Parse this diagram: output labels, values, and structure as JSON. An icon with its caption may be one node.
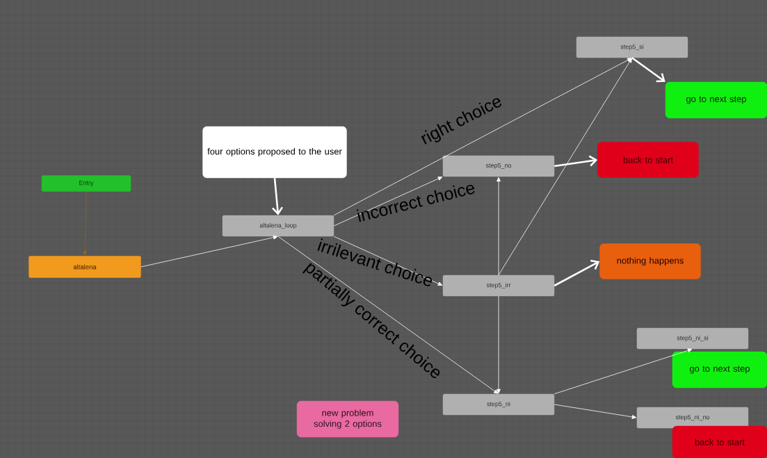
{
  "diagram": {
    "nodes": [
      {
        "text": [
          "Entry"
        ]
      },
      {
        "text": [
          "altalena"
        ]
      },
      {
        "text": [
          "four options proposed to the user"
        ]
      },
      {
        "text": [
          "altalena_loop"
        ]
      },
      {
        "text": [
          "step5_si"
        ]
      },
      {
        "text": [
          "go to next step"
        ]
      },
      {
        "text": [
          "step5_no"
        ]
      },
      {
        "text": [
          "back to start"
        ]
      },
      {
        "text": [
          "step5_irr"
        ]
      },
      {
        "text": [
          "nothing happens"
        ]
      },
      {
        "text": [
          "step5_ni_si"
        ]
      },
      {
        "text": [
          "go to next step"
        ]
      },
      {
        "text": [
          "step5_ni"
        ]
      },
      {
        "text": [
          "step5_ni_no"
        ]
      },
      {
        "text": [
          "back to start"
        ]
      },
      {
        "text": [
          "new problem solving 2 options"
        ]
      }
    ],
    "edges": [
      {
        "from": 0,
        "to": 1,
        "arrow": "to",
        "color": "#8a6a1a"
      },
      {
        "from": 1,
        "to": 3,
        "arrow": "to"
      },
      {
        "from": 2,
        "to": 3,
        "arrow": "to",
        "style": "thick"
      },
      {
        "from": 3,
        "to": 4,
        "arrow": "to",
        "label": "right choice"
      },
      {
        "from": 3,
        "to": 6,
        "arrow": "to",
        "label": "incorrect choice"
      },
      {
        "from": 3,
        "to": 8,
        "arrow": "to",
        "label": "irrilevant choice"
      },
      {
        "from": 3,
        "to": 12,
        "arrow": "to",
        "label": "partially correct choice"
      },
      {
        "from": 4,
        "to": 5,
        "arrow": "to",
        "style": "thick"
      },
      {
        "from": 6,
        "to": 7,
        "arrow": "to",
        "style": "thick"
      },
      {
        "from": 8,
        "to": 6,
        "arrow": "to"
      },
      {
        "from": 8,
        "to": 4,
        "arrow": "to"
      },
      {
        "from": 8,
        "to": 9,
        "arrow": "to",
        "style": "thick"
      },
      {
        "from": 8,
        "to": 12,
        "arrow": "to"
      },
      {
        "from": 12,
        "to": 10,
        "arrow": "to"
      },
      {
        "from": 12,
        "to": 13,
        "arrow": "to"
      }
    ]
  }
}
